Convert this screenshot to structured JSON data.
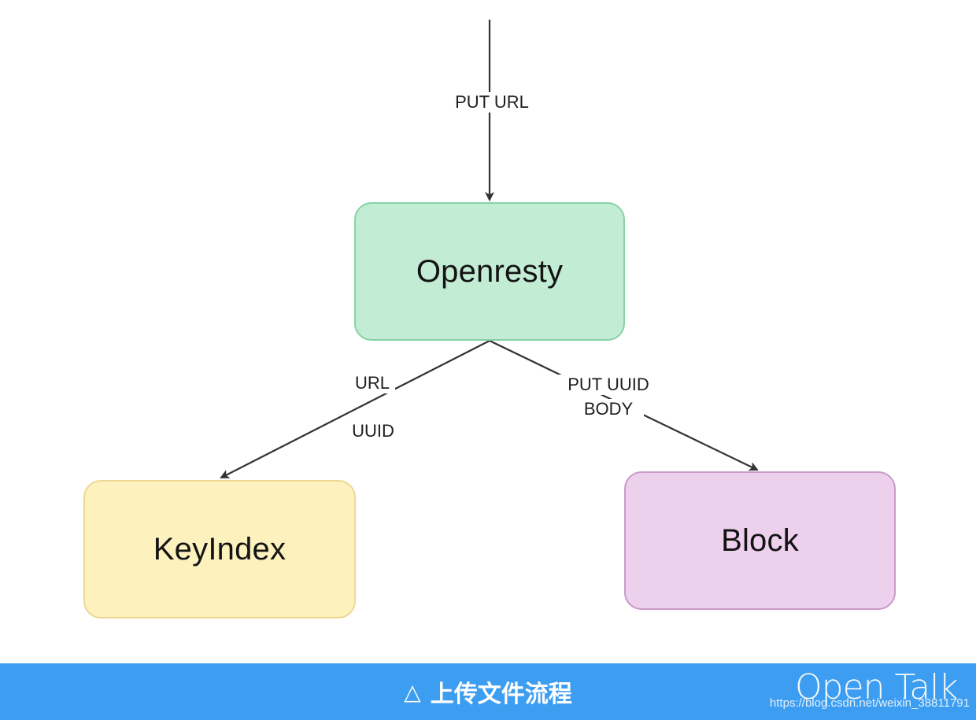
{
  "diagram": {
    "nodes": {
      "openresty": {
        "label": "Openresty",
        "fill": "#c3ecd5",
        "stroke": "#86d2a6"
      },
      "keyindex": {
        "label": "KeyIndex",
        "fill": "#fdf1bd",
        "stroke": "#eed793"
      },
      "block": {
        "label": "Block",
        "fill": "#ecd0ec",
        "stroke": "#c99bc9"
      }
    },
    "edges": {
      "incoming": {
        "label": "PUT URL"
      },
      "to_keyindex": {
        "label_top": "URL",
        "label_bottom": "UUID"
      },
      "to_block": {
        "label_top": "PUT UUID",
        "label_bottom": "BODY"
      }
    },
    "edge_color": "#333333"
  },
  "caption": {
    "icon": "triangle-outline-icon",
    "icon_glyph": "△",
    "text": "上传文件流程",
    "background": "#3d9df0"
  },
  "brand": {
    "text": "Open Talk"
  },
  "watermark": {
    "text": "https://blog.csdn.net/weixin_38811791"
  }
}
